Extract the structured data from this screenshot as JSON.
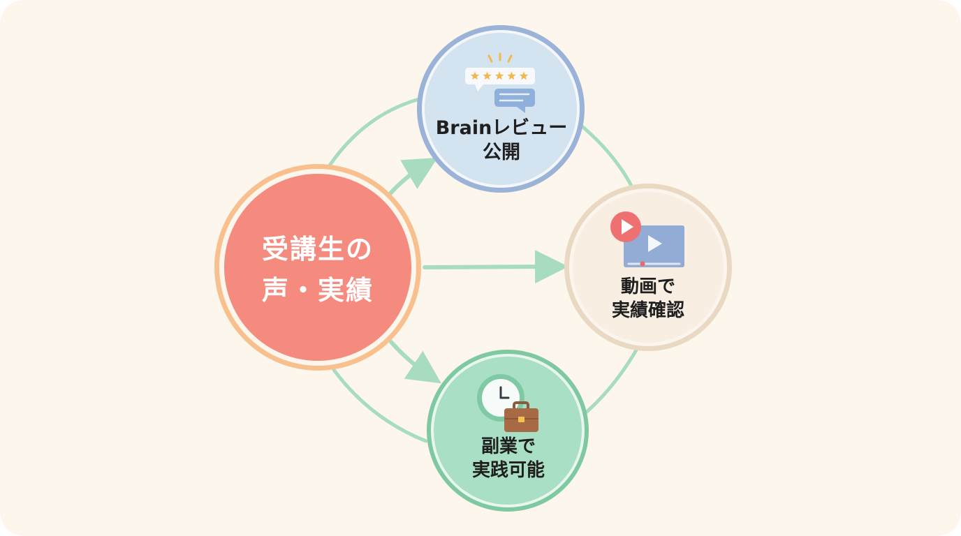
{
  "center": {
    "line1": "受講生の",
    "line2": "声・実績"
  },
  "review": {
    "line1": "Brainレビュー",
    "line2": "公開",
    "rating_stars": 5,
    "icon": "review-stars-chat-icon"
  },
  "video": {
    "line1": "動画で",
    "line2": "実績確認",
    "icon": "video-player-icon"
  },
  "side_job": {
    "line1": "副業で",
    "line2": "実践可能",
    "icon": "clock-briefcase-icon"
  },
  "colors": {
    "background": "#fdf6ec",
    "center_fill": "#f58a7e",
    "center_ring": "#f8c08e",
    "review_fill": "#d4e3f0",
    "review_ring": "#9bb3d6",
    "video_fill": "#f8eee2",
    "video_ring": "#ead9c2",
    "side_fill": "#a9dfc4",
    "side_ring": "#7ec9a1",
    "connector": "#a7dcc0"
  }
}
